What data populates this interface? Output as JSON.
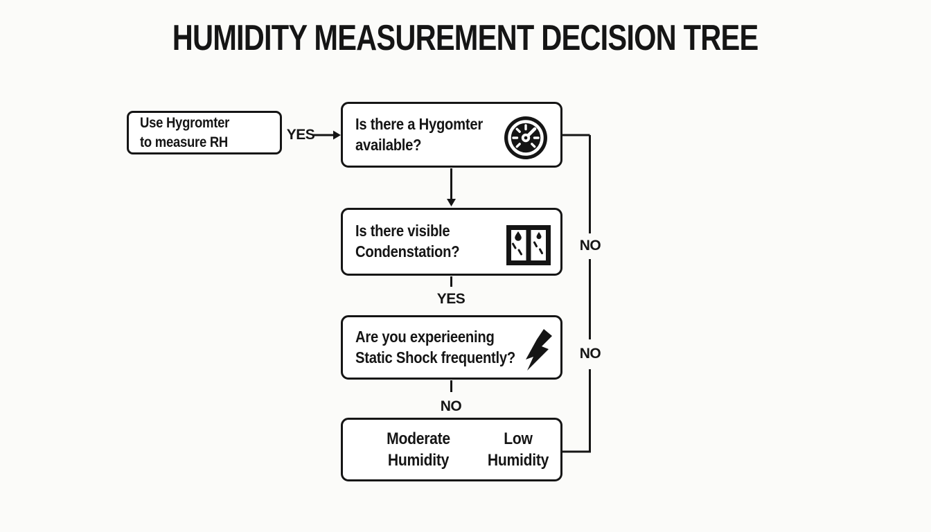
{
  "title": "HUMIDITY MEASUREMENT DECISION TREE",
  "action_box": {
    "label": "Use Hygromter\nto measure RH"
  },
  "boxes": [
    {
      "question": "Is there a Hygomter\navailable?",
      "icon": "gauge-icon"
    },
    {
      "question": "Is there visible\nCondenstation?",
      "icon": "window-condensation-icon"
    },
    {
      "question": "Are you experieening\nStatic Shock frequently?",
      "icon": "lightning-bolt-icon"
    }
  ],
  "results": {
    "left": "Moderate\nHumidity",
    "right": "Low\nHumidity"
  },
  "connectors": {
    "yes_left": "YES",
    "yes_mid": "YES",
    "no_mid": "NO",
    "no_right_upper": "NO",
    "no_right_lower": "NO"
  },
  "colors": {
    "ink": "#151515",
    "background": "#fbfbf9"
  }
}
